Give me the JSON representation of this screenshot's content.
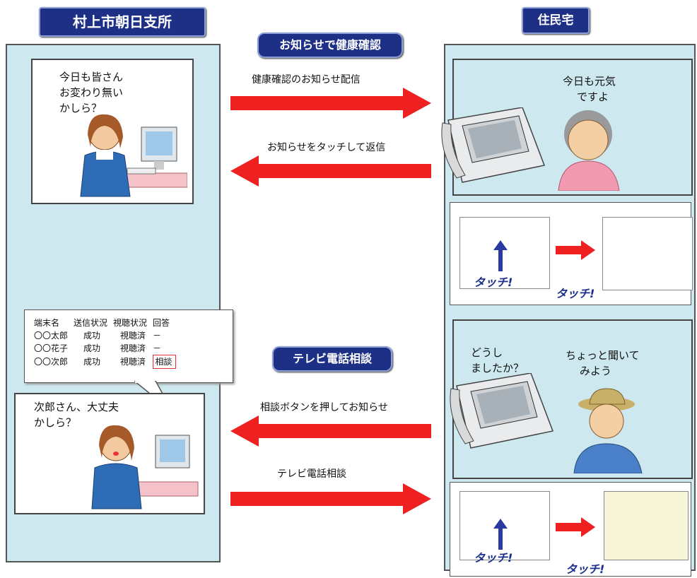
{
  "left_title": "村上市朝日支所",
  "right_title": "住民宅",
  "section1_title": "お知らせで健康確認",
  "section2_title": "テレビ電話相談",
  "arrows": {
    "a1": "健康確認のお知らせ配信",
    "a2": "お知らせをタッチして返信",
    "a3": "相談ボタンを押してお知らせ",
    "a4": "テレビ電話相談"
  },
  "speech": {
    "operator1": [
      "今日も皆さん",
      "お変わり無い",
      "かしら？"
    ],
    "elder_woman": [
      "今日も元気",
      "ですよ"
    ],
    "operator2": [
      "次郎さん、大丈夫",
      "かしら？"
    ],
    "operator_ask": [
      "どうし",
      "ましたか？"
    ],
    "elder_man": [
      "ちょっと聞いて",
      "みよう"
    ]
  },
  "status_table": {
    "headers": [
      "端末名",
      "送信状況",
      "視聴状況",
      "回答"
    ],
    "rows": [
      [
        "〇〇太郎",
        "成功",
        "視聴済",
        "－"
      ],
      [
        "〇〇花子",
        "成功",
        "視聴済",
        "－"
      ],
      [
        "〇〇次郎",
        "成功",
        "視聴済",
        "相談"
      ]
    ]
  },
  "touch_label": "タッチ!",
  "colors": {
    "header_bg": "#1e2f86",
    "panel_bg": "#cde9ef",
    "arrow": "#ee2020",
    "touch_arrow": "#2a3aa0"
  }
}
